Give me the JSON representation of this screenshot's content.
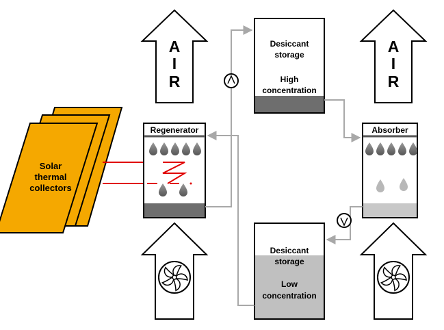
{
  "solar": {
    "line1": "Solar",
    "line2": "thermal",
    "line3": "collectors"
  },
  "air_letters": [
    "A",
    "I",
    "R"
  ],
  "regenerator": {
    "title": "Regenerator"
  },
  "absorber": {
    "title": "Absorber"
  },
  "storage_high": {
    "line1": "Desiccant",
    "line2": "storage",
    "line3": "High",
    "line4": "concentration"
  },
  "storage_low": {
    "line1": "Desiccant",
    "line2": "storage",
    "line3": "Low",
    "line4": "concentration"
  },
  "colors": {
    "collector": "#F5A800",
    "pipe_hot": "#E00000",
    "pipe_gray": "#A8A8A8",
    "liquid_dark": "#6E6E6E",
    "liquid_light": "#C0C0C0",
    "drop": "#707070"
  }
}
